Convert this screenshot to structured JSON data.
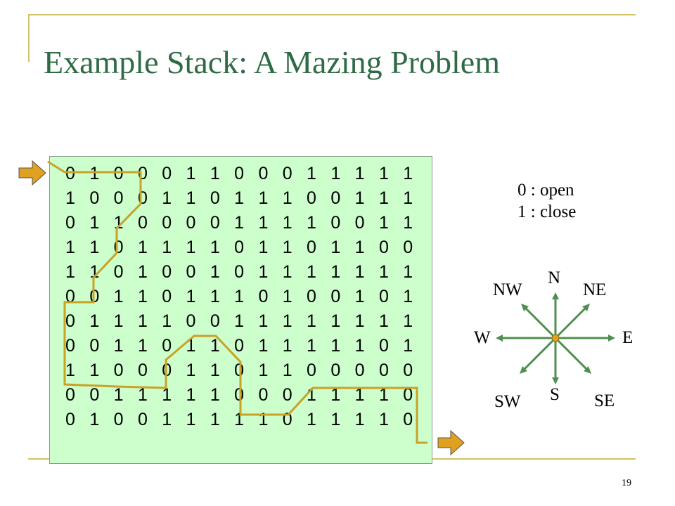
{
  "title": "Example Stack: A Mazing Problem",
  "maze": [
    [
      "0",
      "1",
      "0",
      "0",
      "0",
      "1",
      "1",
      "0",
      "0",
      "0",
      "1",
      "1",
      "1",
      "1",
      "1"
    ],
    [
      "1",
      "0",
      "0",
      "0",
      "1",
      "1",
      "0",
      "1",
      "1",
      "1",
      "0",
      "0",
      "1",
      "1",
      "1"
    ],
    [
      "0",
      "1",
      "1",
      "0",
      "0",
      "0",
      "0",
      "1",
      "1",
      "1",
      "1",
      "0",
      "0",
      "1",
      "1"
    ],
    [
      "1",
      "1",
      "0",
      "1",
      "1",
      "1",
      "1",
      "0",
      "1",
      "1",
      "0",
      "1",
      "1",
      "0",
      "0"
    ],
    [
      "1",
      "1",
      "0",
      "1",
      "0",
      "0",
      "1",
      "0",
      "1",
      "1",
      "1",
      "1",
      "1",
      "1",
      "1"
    ],
    [
      "0",
      "0",
      "1",
      "1",
      "0",
      "1",
      "1",
      "1",
      "0",
      "1",
      "0",
      "0",
      "1",
      "0",
      "1"
    ],
    [
      "0",
      "1",
      "1",
      "1",
      "1",
      "0",
      "0",
      "1",
      "1",
      "1",
      "1",
      "1",
      "1",
      "1",
      "1"
    ],
    [
      "0",
      "0",
      "1",
      "1",
      "0",
      "1",
      "1",
      "0",
      "1",
      "1",
      "1",
      "1",
      "1",
      "0",
      "1"
    ],
    [
      "1",
      "1",
      "0",
      "0",
      "0",
      "1",
      "1",
      "0",
      "1",
      "1",
      "0",
      "0",
      "0",
      "0",
      "0"
    ],
    [
      "0",
      "0",
      "1",
      "1",
      "1",
      "1",
      "1",
      "0",
      "0",
      "0",
      "1",
      "1",
      "1",
      "1",
      "0"
    ],
    [
      "0",
      "1",
      "0",
      "0",
      "1",
      "1",
      "1",
      "1",
      "1",
      "0",
      "1",
      "1",
      "1",
      "1",
      "0"
    ]
  ],
  "legend": {
    "open": "0 : open",
    "close": "1 : close"
  },
  "compass": {
    "n": "N",
    "ne": "NE",
    "e": "E",
    "se": "SE",
    "s": "S",
    "sw": "SW",
    "w": "W",
    "nw": "NW"
  },
  "page_number": "19",
  "colors": {
    "title": "#2e6b45",
    "maze_bg": "#ccffcc",
    "path": "#c9a227",
    "arrow": "#e0a020",
    "compass": "#4f8f4f",
    "decor": "#d4c36a"
  }
}
